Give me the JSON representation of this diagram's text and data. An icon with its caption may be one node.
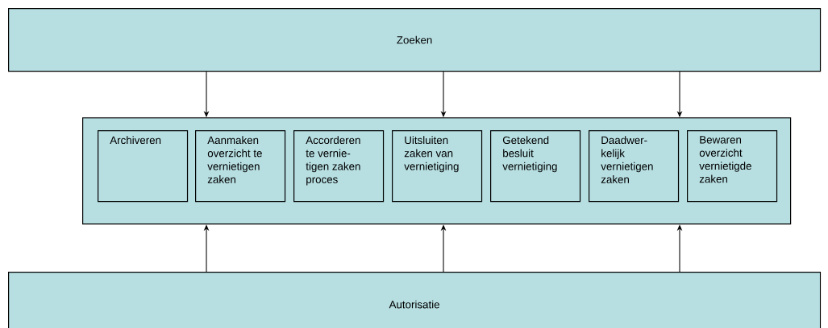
{
  "diagram": {
    "nodes": [
      {
        "text": [
          "Zoeken"
        ]
      },
      {
        "text": [],
        "shape": "box"
      },
      {
        "text": [
          "Archiveren"
        ],
        "in": 1
      },
      {
        "text": [
          "Aanmaken overzicht te vernietigen zaken"
        ],
        "in": 1
      },
      {
        "text": [
          "Accorderen te vernie- tigen zaken proces"
        ],
        "in": 1
      },
      {
        "text": [
          "Uitsluiten zaken van vernietiging"
        ],
        "in": 1
      },
      {
        "text": [
          "Getekend besluit vernietiging"
        ],
        "in": 1
      },
      {
        "text": [
          "Daadwer- kelijk vernietigen zaken"
        ],
        "in": 1
      },
      {
        "text": [
          "Bewaren overzicht vernietigde zaken"
        ],
        "in": 1
      },
      {
        "text": [
          "Autorisatie"
        ]
      }
    ],
    "edges": [
      {
        "from": 0,
        "to": 1,
        "arrow": "to"
      },
      {
        "from": 0,
        "to": 1,
        "arrow": "to"
      },
      {
        "from": 0,
        "to": 1,
        "arrow": "to"
      },
      {
        "from": 9,
        "to": 1,
        "arrow": "to"
      },
      {
        "from": 9,
        "to": 1,
        "arrow": "to"
      },
      {
        "from": 9,
        "to": 1,
        "arrow": "to"
      }
    ]
  }
}
